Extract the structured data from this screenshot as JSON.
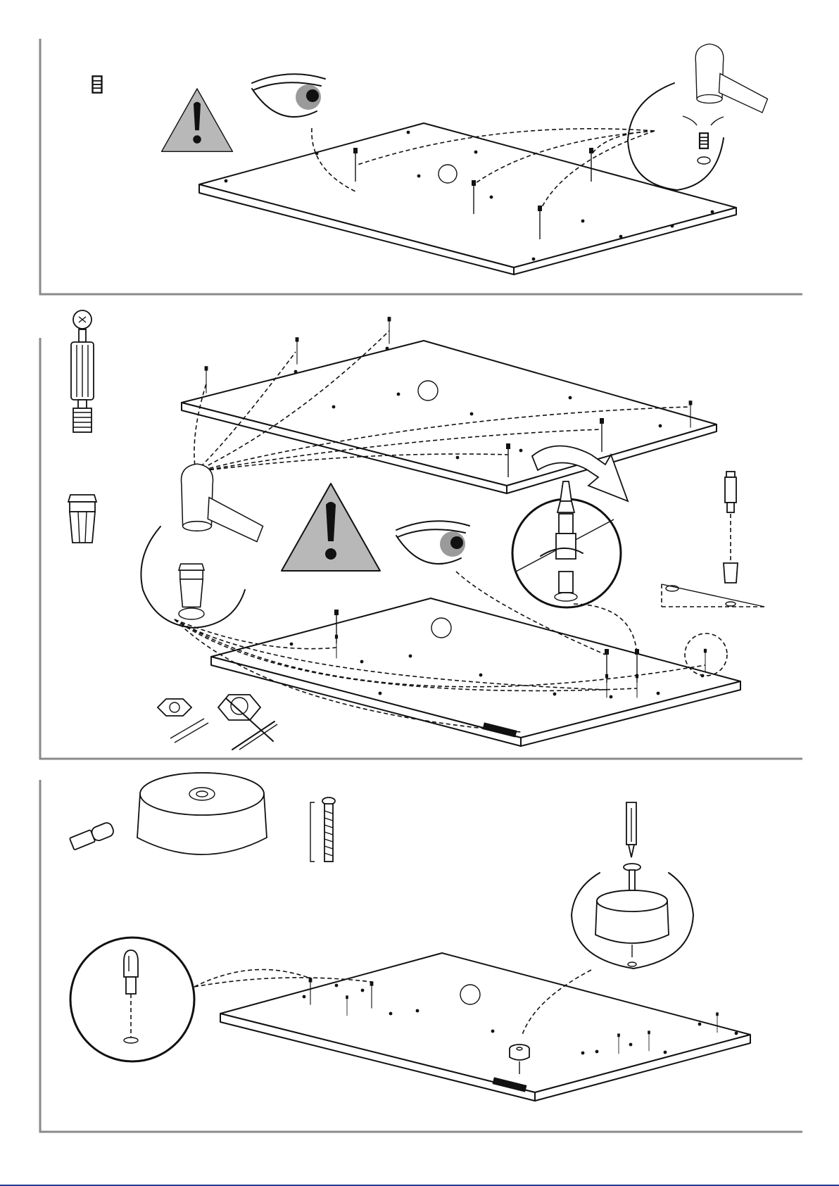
{
  "page": {
    "type": "assembly-instructions",
    "steps": [
      {
        "id": "step-1",
        "parts": [
          "cam-nut-insert"
        ],
        "icons": [
          "warning-icon",
          "eye-icon",
          "hammer-icon"
        ]
      },
      {
        "id": "step-2",
        "parts": [
          "cam-bolt",
          "expansion-insert"
        ],
        "icons": [
          "hammer-icon",
          "warning-icon",
          "eye-icon",
          "screwdriver-icon",
          "rotate-arrow-icon"
        ]
      },
      {
        "id": "step-3",
        "parts": [
          "shelf-pin",
          "round-foot",
          "screw"
        ],
        "icons": [
          "screwdriver-icon"
        ]
      }
    ]
  },
  "colors": {
    "frame": "#8a8a8a",
    "ink": "#111111",
    "warning_fill": "#b8b8b8",
    "iris": "#9a9a9a",
    "bottom_rule": "#1f3a93"
  }
}
